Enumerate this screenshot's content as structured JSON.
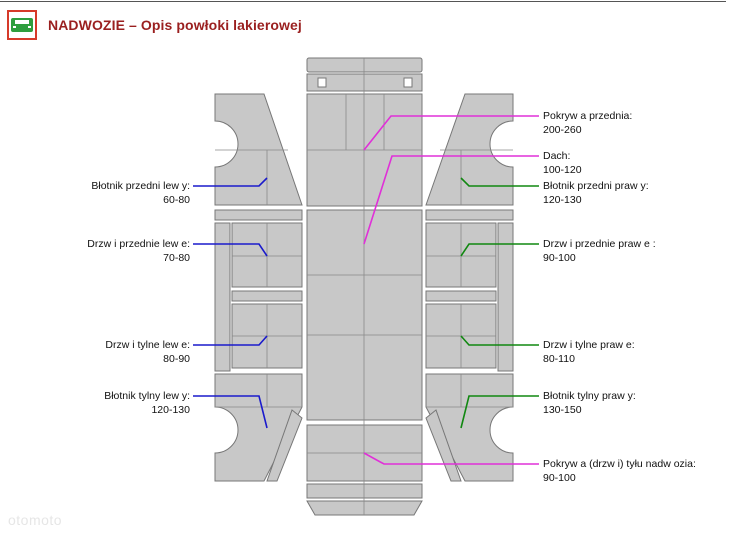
{
  "header": {
    "title": "NADWOZIE – Opis powłoki lakierowej",
    "logo_icon": "green-car-icon"
  },
  "labels": {
    "front_fender_left": {
      "name": "Błotnik przedni lew y:",
      "value": "60-80"
    },
    "front_door_left": {
      "name": "Drzw i przednie lew e:",
      "value": "70-80"
    },
    "rear_door_left": {
      "name": "Drzw i tylne lew e:",
      "value": "80-90"
    },
    "rear_fender_left": {
      "name": "Błotnik tylny lew y:",
      "value": "120-130"
    },
    "hood": {
      "name": "Pokryw a przednia:",
      "value": "200-260"
    },
    "roof": {
      "name": "Dach:",
      "value": "100-120"
    },
    "front_fender_right": {
      "name": "Błotnik przedni praw y:",
      "value": "120-130"
    },
    "front_door_right": {
      "name": "Drzw i przednie praw e :",
      "value": "90-100"
    },
    "rear_door_right": {
      "name": "Drzw i tylne praw e:",
      "value": "80-110"
    },
    "rear_fender_right": {
      "name": "Błotnik tylny praw y:",
      "value": "130-150"
    },
    "trunk": {
      "name": "Pokryw a (drzw i) tyłu nadw ozia:",
      "value": "90-100"
    }
  },
  "colors": {
    "title": "#9a1f1f",
    "left_lines": "#1a1acc",
    "right_lines": "#118811",
    "center_lines": "#e030d8",
    "panel_fill": "#c8c8c8",
    "panel_stroke": "#777777",
    "logo_border": "#d63a2a",
    "logo_car": "#2e9e3e"
  },
  "watermark": "otomoto"
}
